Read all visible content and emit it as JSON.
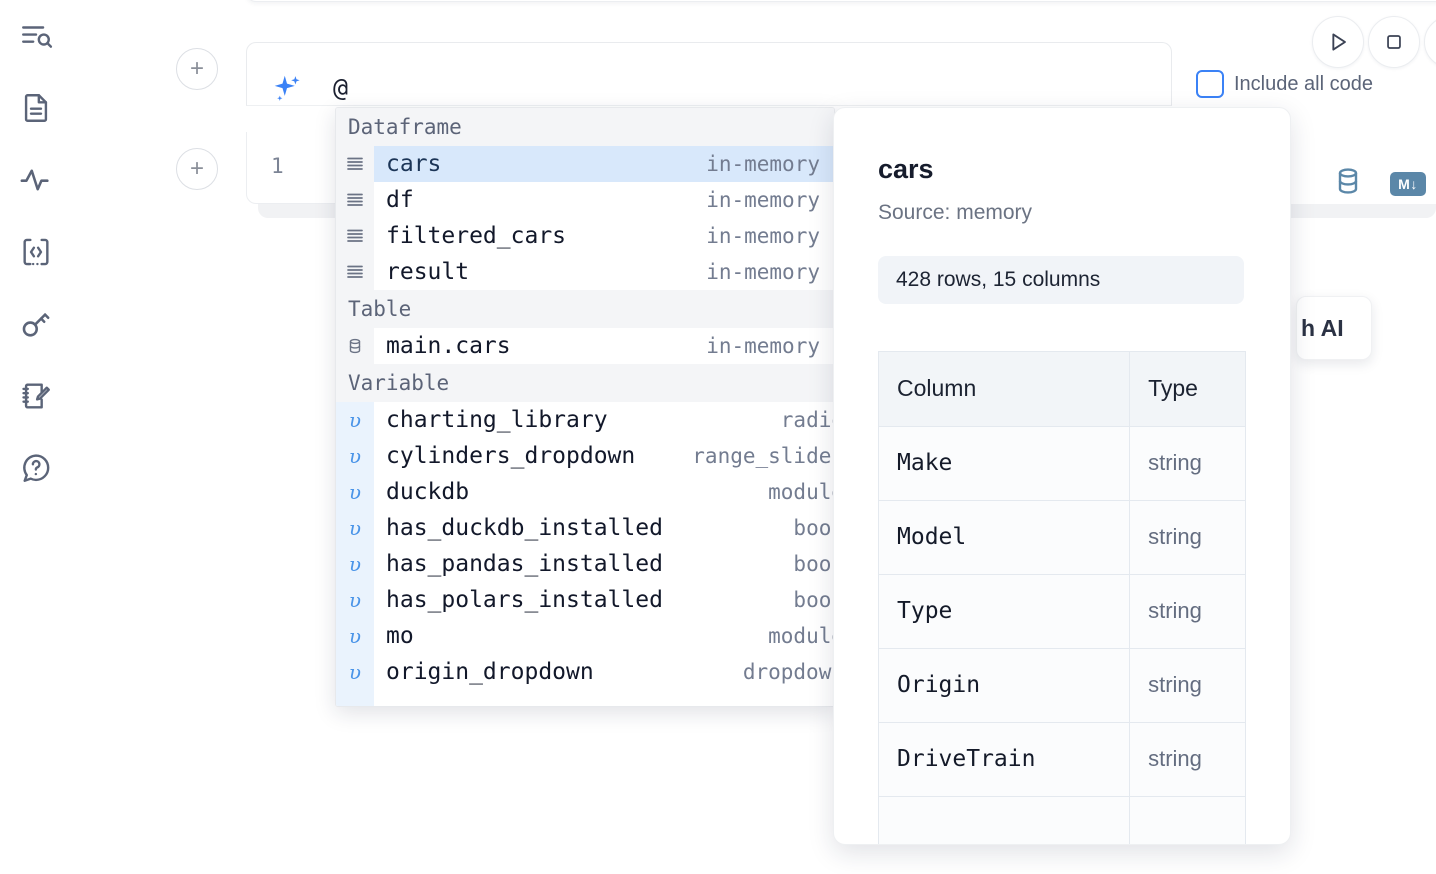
{
  "rail": {
    "items": [
      {
        "name": "explore-icon",
        "label": "Explore"
      },
      {
        "name": "document-icon",
        "label": "Notebook"
      },
      {
        "name": "activity-icon",
        "label": "Activity"
      },
      {
        "name": "code-snippet-icon",
        "label": "Snippets"
      },
      {
        "name": "key-icon",
        "label": "Secrets"
      },
      {
        "name": "edit-notebook-icon",
        "label": "Scratchpad"
      },
      {
        "name": "help-icon",
        "label": "Help"
      }
    ]
  },
  "toolbar": {
    "run_label": "Run",
    "stop_label": "Stop",
    "include_all_code_label": "Include all code",
    "include_all_code_checked": false
  },
  "prompt": {
    "icon": "sparkle-icon",
    "value": "@",
    "placeholder": ""
  },
  "cell": {
    "line_number": "1",
    "database_icon": "database-icon",
    "markdown_badge": "M↓"
  },
  "tooltip": {
    "text": "h AI"
  },
  "autocomplete": {
    "groups": [
      {
        "label": "Dataframe",
        "icon": "dataframe-icon",
        "items": [
          {
            "name": "cars",
            "type": "in-memory",
            "selected": true
          },
          {
            "name": "df",
            "type": "in-memory",
            "selected": false
          },
          {
            "name": "filtered_cars",
            "type": "in-memory",
            "selected": false
          },
          {
            "name": "result",
            "type": "in-memory",
            "selected": false
          }
        ]
      },
      {
        "label": "Table",
        "icon": "database-icon",
        "items": [
          {
            "name": "main.cars",
            "type": "in-memory",
            "selected": false
          }
        ]
      },
      {
        "label": "Variable",
        "icon": "variable-icon",
        "items": [
          {
            "name": "charting_library",
            "type": "radio",
            "selected": false
          },
          {
            "name": "cylinders_dropdown",
            "type": "range_slider",
            "selected": false
          },
          {
            "name": "duckdb",
            "type": "module",
            "selected": false
          },
          {
            "name": "has_duckdb_installed",
            "type": "bool",
            "selected": false
          },
          {
            "name": "has_pandas_installed",
            "type": "bool",
            "selected": false
          },
          {
            "name": "has_polars_installed",
            "type": "bool",
            "selected": false
          },
          {
            "name": "mo",
            "type": "module",
            "selected": false
          },
          {
            "name": "origin_dropdown",
            "type": "dropdown",
            "selected": false
          }
        ]
      }
    ]
  },
  "preview": {
    "title": "cars",
    "source": "Source: memory",
    "shape": "428 rows, 15 columns",
    "columns_header": "Column",
    "type_header": "Type",
    "rows": [
      {
        "column": "Make",
        "type": "string"
      },
      {
        "column": "Model",
        "type": "string"
      },
      {
        "column": "Type",
        "type": "string"
      },
      {
        "column": "Origin",
        "type": "string"
      },
      {
        "column": "DriveTrain",
        "type": "string"
      }
    ]
  },
  "colors": {
    "accent_blue": "#3b82f6",
    "selection_blue": "#d8e8fb",
    "icon_slate": "#5b6478",
    "db_teal": "#5b87a8"
  }
}
